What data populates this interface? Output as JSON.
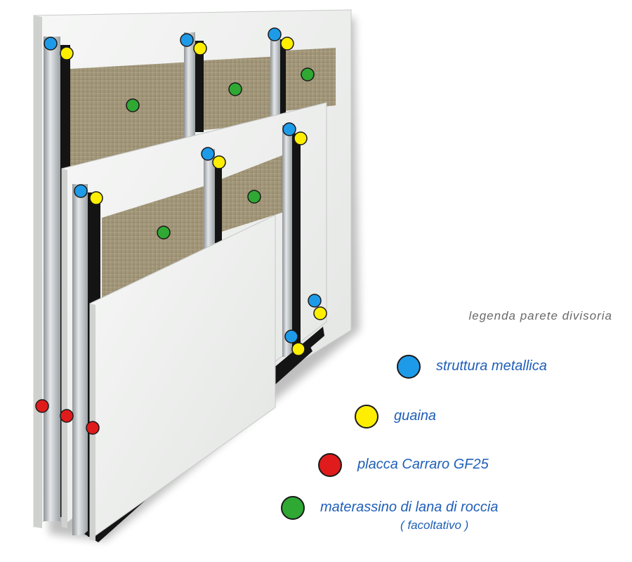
{
  "legend": {
    "title": "legenda parete divisoria",
    "items": [
      {
        "key": "steel",
        "label": "struttura metallica",
        "sub": "",
        "color": "#1e9be8"
      },
      {
        "key": "sheath",
        "label": "guaina",
        "sub": "",
        "color": "#ffee00"
      },
      {
        "key": "board",
        "label": "placca Carraro GF25",
        "sub": "",
        "color": "#e01b1b"
      },
      {
        "key": "wool",
        "label": "materassino di lana di roccia",
        "sub": "( facoltativo )",
        "color": "#2fa834"
      }
    ]
  },
  "colors": {
    "board_face": "#f1f2f1",
    "board_edge": "#c8cac8",
    "stud": "#b9bdc0",
    "gasket": "#141414",
    "wool": "#a89c80"
  },
  "icons": {
    "marker": "colored-circle-marker"
  }
}
